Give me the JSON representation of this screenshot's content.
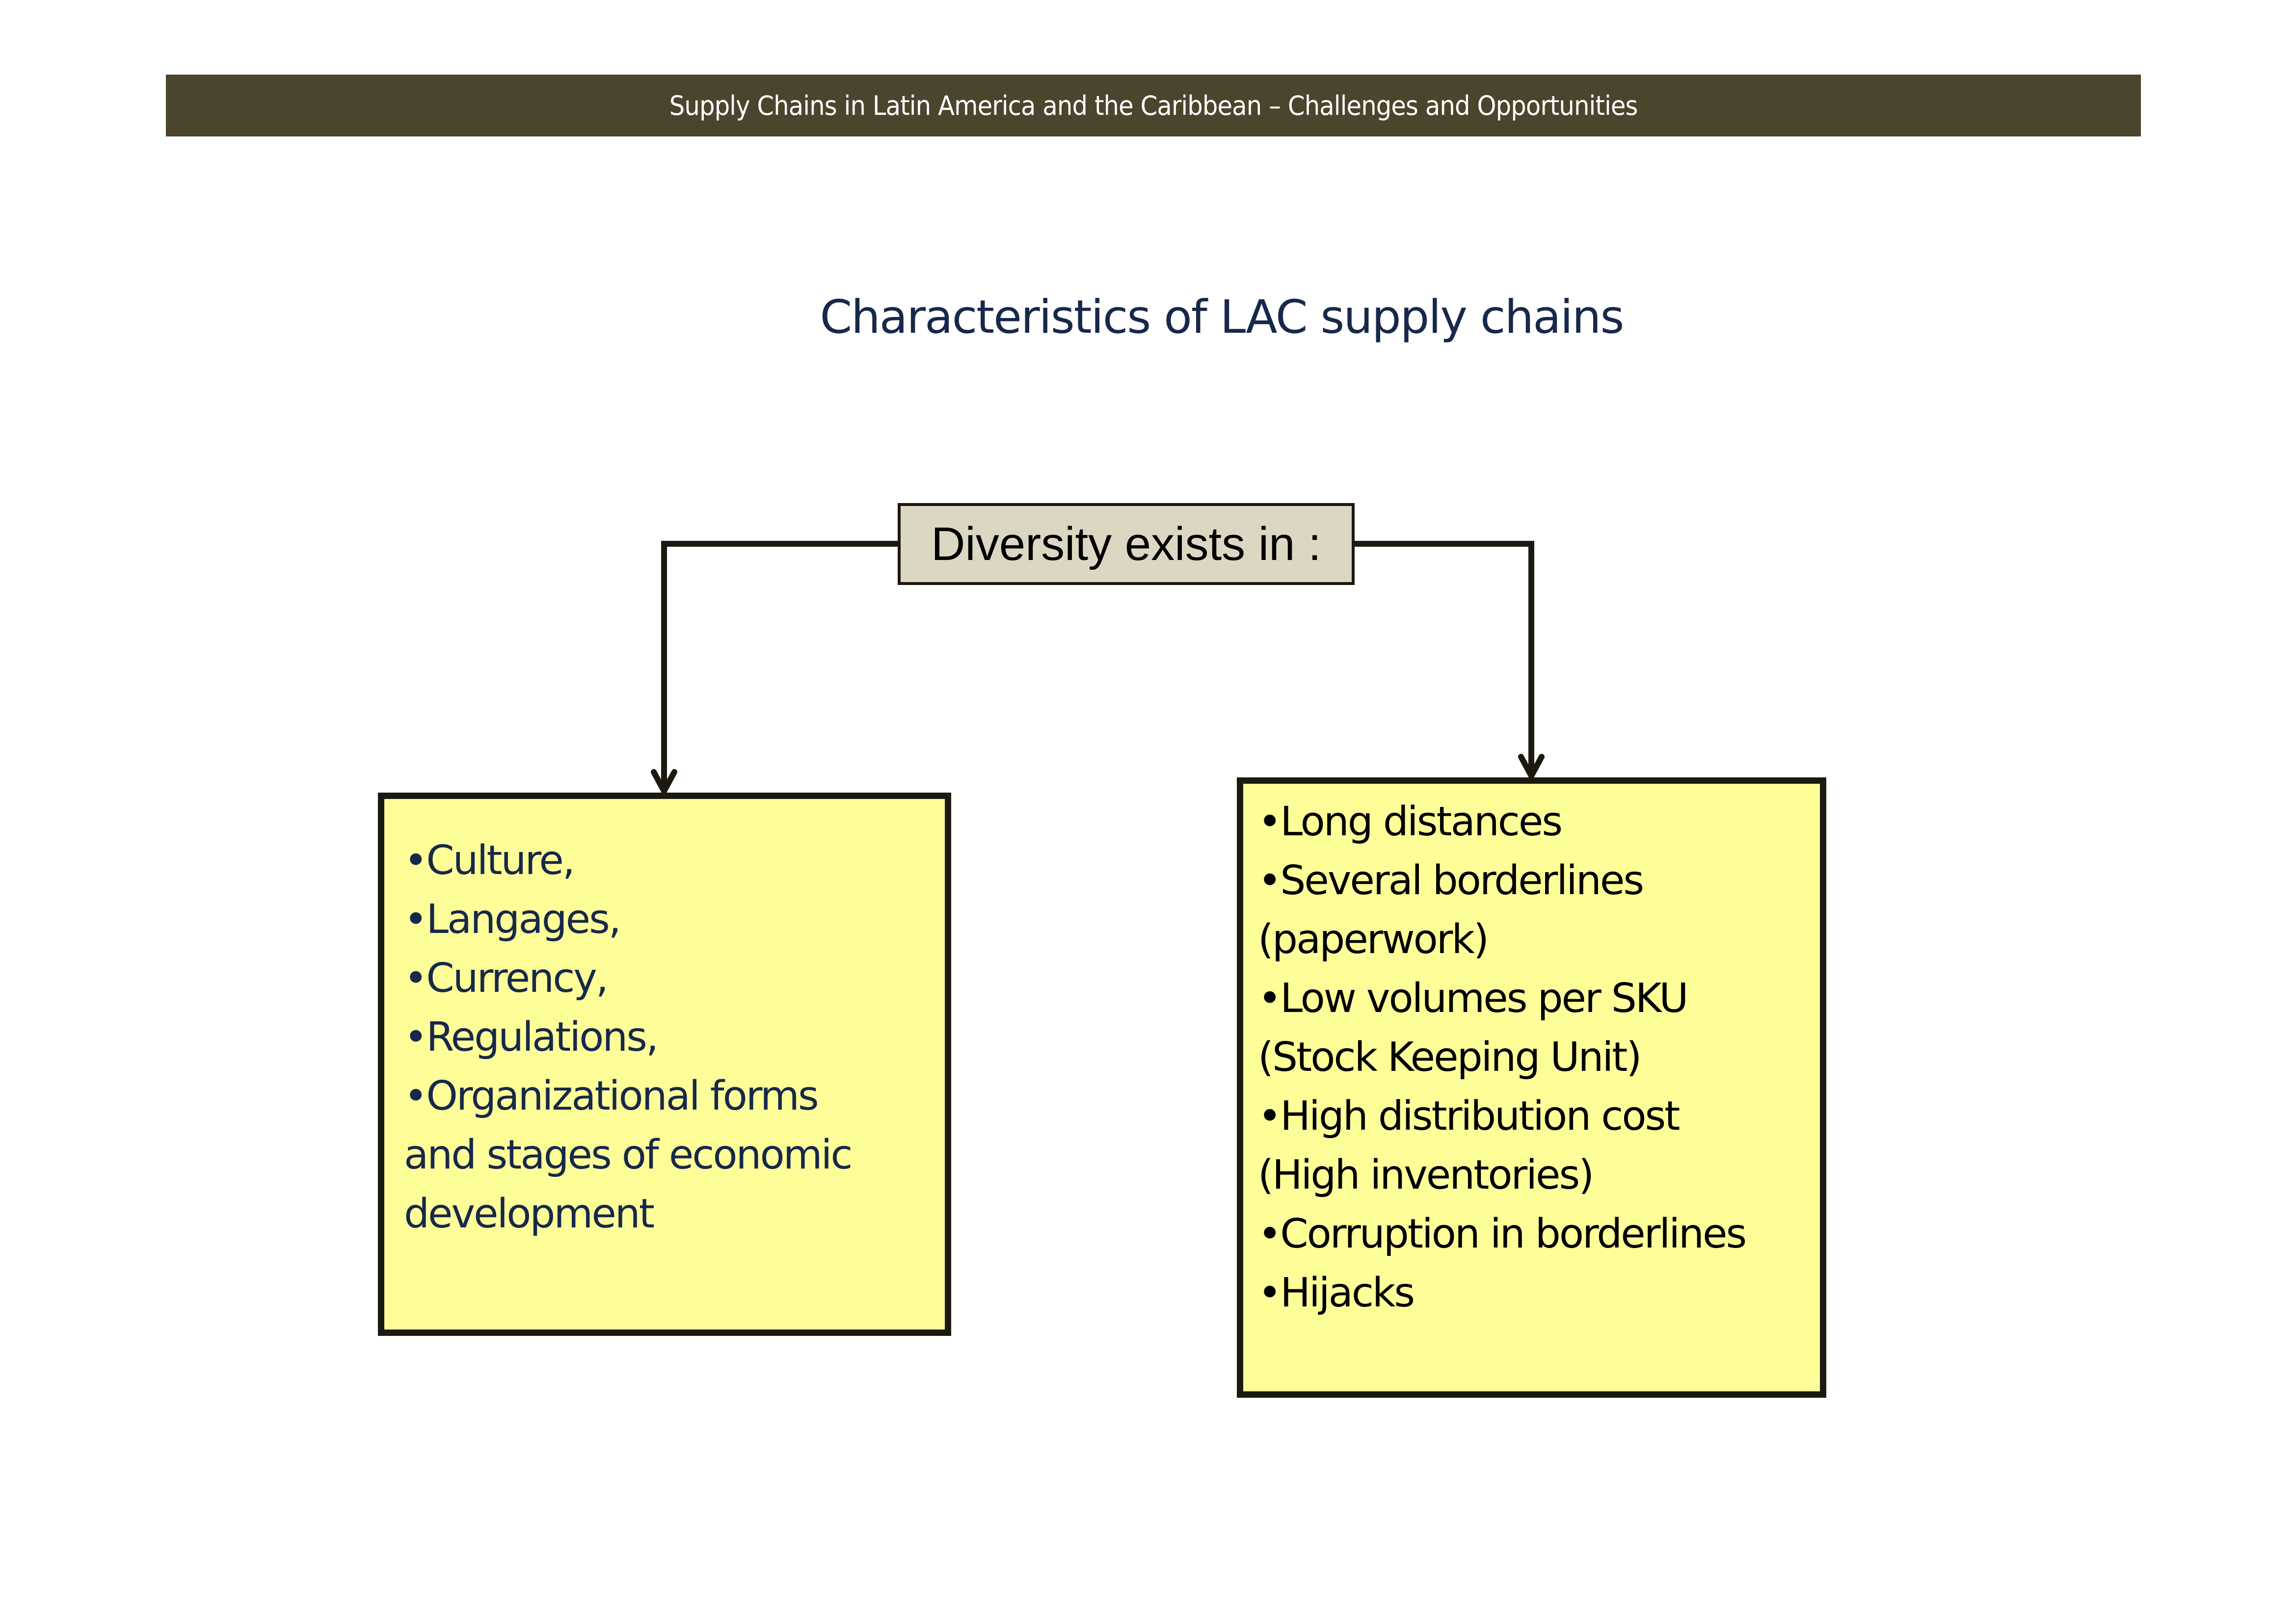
{
  "header": {
    "title": "Supply Chains in Latin America and the Caribbean – Challenges  and Opportunities"
  },
  "slide": {
    "title": "Characteristics of LAC supply chains"
  },
  "diagram": {
    "root": {
      "label": "Diversity exists in :"
    },
    "left_box": {
      "items": [
        "Culture,",
        "Langages,",
        "Currency,",
        "Regulations,",
        "Organizational forms",
        "and stages of economic",
        "development"
      ],
      "bulleted": [
        true,
        true,
        true,
        true,
        true,
        false,
        false
      ]
    },
    "right_box": {
      "items": [
        "Long distances",
        "Several borderlines",
        "(paperwork)",
        "Low volumes per SKU",
        "(Stock Keeping Unit)",
        "High distribution cost",
        "(High inventories)",
        "Corruption in borderlines",
        "Hijacks"
      ],
      "bulleted": [
        true,
        true,
        false,
        true,
        false,
        true,
        false,
        true,
        true
      ]
    },
    "colors": {
      "header_bg": "#4b452e",
      "root_fill": "#dcd7c2",
      "leaf_fill": "#fefe99",
      "stroke": "#1c1a10",
      "left_text": "#17284a",
      "right_text": "#000000"
    }
  }
}
